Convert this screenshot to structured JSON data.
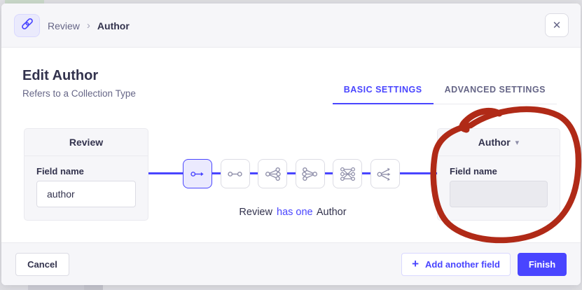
{
  "header": {
    "breadcrumb_parent": "Review",
    "breadcrumb_separator": "›",
    "breadcrumb_current": "Author",
    "close_icon": "✕"
  },
  "title": {
    "heading": "Edit Author",
    "subtitle": "Refers to a Collection Type"
  },
  "tabs": [
    {
      "label": "BASIC SETTINGS",
      "active": true
    },
    {
      "label": "ADVANCED SETTINGS",
      "active": false
    }
  ],
  "relation": {
    "source": {
      "title": "Review",
      "field_label": "Field name",
      "field_value": "author"
    },
    "target": {
      "title": "Author",
      "caret_icon": "▾",
      "field_label": "Field name",
      "field_value": ""
    },
    "types": [
      {
        "name": "one-way",
        "selected": true
      },
      {
        "name": "one-to-one",
        "selected": false
      },
      {
        "name": "one-to-many",
        "selected": false
      },
      {
        "name": "many-to-one",
        "selected": false
      },
      {
        "name": "many-to-many",
        "selected": false
      },
      {
        "name": "many-way",
        "selected": false
      }
    ],
    "summary": {
      "source": "Review",
      "verb": "has one",
      "target": "Author"
    }
  },
  "footer": {
    "cancel": "Cancel",
    "plus_icon": "+",
    "add_field": "Add another field",
    "finish": "Finish"
  },
  "colors": {
    "accent": "#4945ff",
    "accent_bg": "#ebeafe",
    "text_dark": "#32324d",
    "text_gray": "#666687",
    "icon_gray": "#8e8ea9",
    "border": "#dcdce4",
    "panel_bg": "#f6f6f9",
    "annotation_red": "#b02a17"
  }
}
